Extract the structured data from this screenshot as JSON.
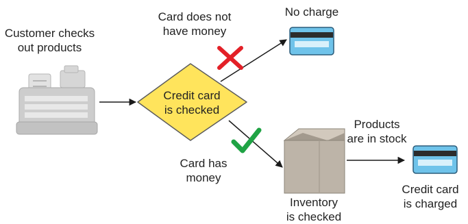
{
  "labels": {
    "customer": {
      "line1": "Customer checks",
      "line2": "out products"
    },
    "decision": {
      "line1": "Credit card",
      "line2": "is checked"
    },
    "no_money": {
      "line1": "Card does not",
      "line2": "have money"
    },
    "no_charge": "No charge",
    "has_money": {
      "line1": "Card has",
      "line2": "money"
    },
    "in_stock": {
      "line1": "Products",
      "line2": "are in stock"
    },
    "inventory": {
      "line1": "Inventory",
      "line2": "is checked"
    },
    "charged": {
      "line1": "Credit card",
      "line2": "is charged"
    }
  },
  "colors": {
    "decision_fill": "#FFE45C",
    "cash_register": "#C9C9C9",
    "card_blue": "#6FC3EA",
    "box_brown": "#BDB4A8",
    "cross_red": "#E32027",
    "check_green": "#1FA344"
  }
}
